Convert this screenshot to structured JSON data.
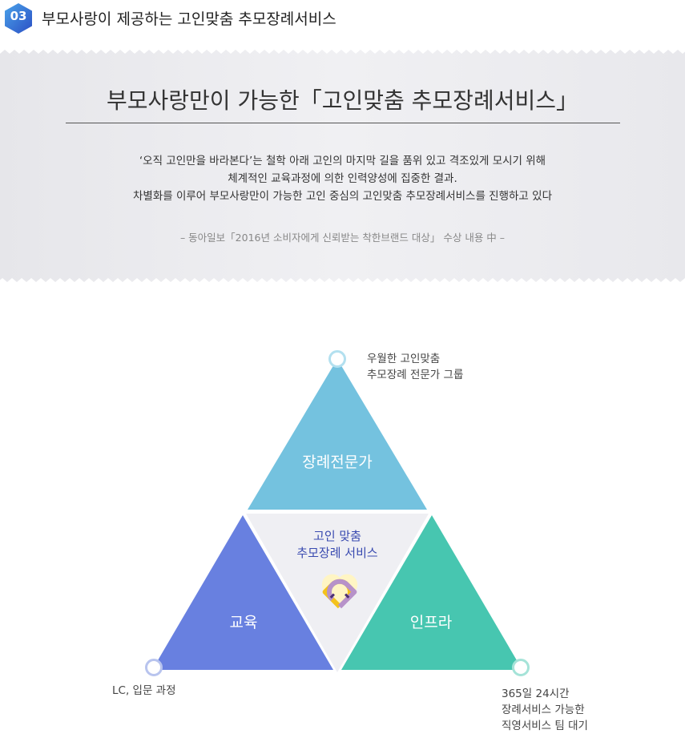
{
  "header": {
    "number": "03",
    "title": "부모사랑이 제공하는 고인맞춤 추모장례서비스"
  },
  "quote": {
    "title": "부모사랑만이 가능한「고인맞춤 추모장례서비스」",
    "lines": [
      "‘오직 고인만을 바라본다’는 철학 아래 고인의 마지막 길을 품위 있고 격조있게 모시기 위해",
      "체계적인 교육과정에 의한 인력양성에 집중한 결과.",
      "차별화를 이루어 부모사랑만이 가능한 고인 중심의 고인맞춤 추모장례서비스를 진행하고 있다"
    ],
    "source": "– 동아일보「2016년 소비자에게 신뢰받는 착한브랜드 대상」 수상 내용 中 –"
  },
  "diagram": {
    "top_label": "장례전문가",
    "left_label": "교육",
    "right_label": "인프라",
    "center_line1": "고인 맞춤",
    "center_line2": "추모장례 서비스",
    "center_icon": "heart-icon",
    "top_note": [
      "우월한 고인맞춤",
      "추모장례 전문가 그룹"
    ],
    "left_note": [
      "LC, 입문 과정"
    ],
    "right_note": [
      "365일 24시간",
      "장례서비스 가능한",
      "직영서비스 팀 대기"
    ],
    "colors": {
      "top": "#74c2df",
      "left": "#6880e0",
      "right": "#47c6b0",
      "center": "#efeff3",
      "center_text": "#3a4bb0",
      "heart_outer_yellow": "#f4c21c",
      "heart_outer_purple": "#b792c9",
      "heart_inner": "#fff5c4"
    }
  }
}
